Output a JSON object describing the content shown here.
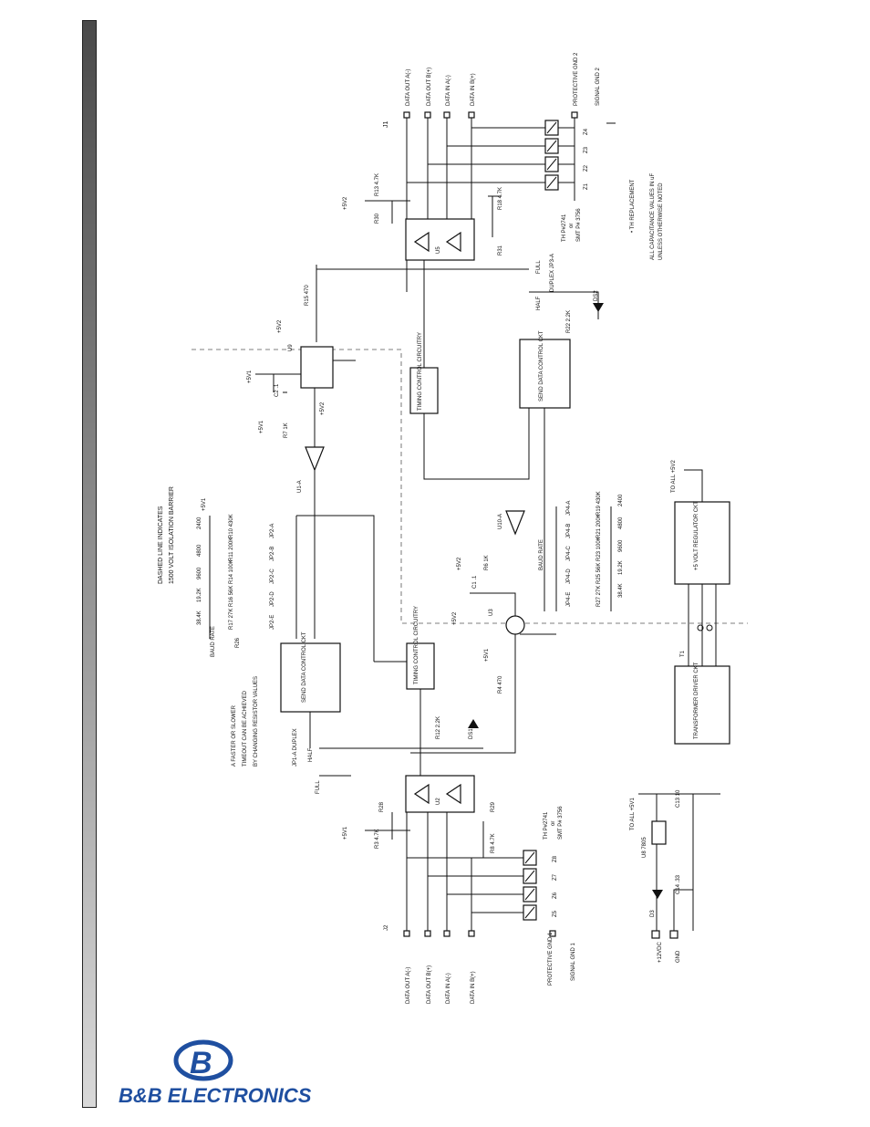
{
  "brand": {
    "logo_letter": "B",
    "company_name": "B&B ELECTRONICS",
    "accent_color": "#1f4fa0"
  },
  "schematic": {
    "notes": {
      "dashed_line_1": "DASHED LINE INDICATES",
      "dashed_line_2": "1500 VOLT ISOLATION BARRIER",
      "timeout_1": "A FASTER OR SLOWER",
      "timeout_2": "TIMEOUT CAN BE ACHIEVED",
      "timeout_3": "BY CHANGING RESISTOR VALUES",
      "th_replacement": "• TH REPLACEMENT",
      "capacitance_1": "ALL CAPACITANCE VALUES IN uF",
      "capacitance_2": "UNLESS OTHERWISE NOTED"
    },
    "connector_j1": {
      "name": "J1",
      "pins": [
        "DATA OUT A(-)",
        "DATA OUT B(+)",
        "DATA IN A(-)",
        "DATA IN B(+)"
      ],
      "gnd_protective": "PROTECTIVE GND 2",
      "gnd_signal": "SIGNAL GND 2"
    },
    "connector_j2": {
      "name": "J2",
      "pins": [
        "DATA OUT A(-)",
        "DATA OUT B(+)",
        "DATA IN A(-)",
        "DATA IN B(+)"
      ],
      "gnd_protective": "PROTECTIVE GND 1",
      "gnd_signal": "SIGNAL GND 1"
    },
    "blocks": {
      "send_data_left": "SEND DATA CONTROL CKT",
      "send_data_right": "SEND DATA CONTROL CKT",
      "timing_left": "TIMING CONTROL CIRCUITRY",
      "timing_right": "TIMING CONTROL CIRCUITRY",
      "regulator": "+5 VOLT REGULATOR CKT",
      "transformer_driver": "TRANSFORMER DRIVER CKT",
      "to_all_5v2": "TO ALL +5V2",
      "to_all_5v1": "TO ALL +5V1"
    },
    "tvs_labels": {
      "right": [
        "Z1",
        "Z2",
        "Z3",
        "Z4"
      ],
      "left": [
        "Z5",
        "Z6",
        "Z7",
        "Z8"
      ],
      "th_part": "TH P#2741",
      "or": "or",
      "smt_part": "SMT P# 3756"
    },
    "baud": {
      "title": "BAUD RATE",
      "rates": [
        "2400",
        "4800",
        "9600",
        "19.2K",
        "38.4K"
      ],
      "left_resistors": [
        "R10 430K",
        "R11 200K",
        "R14 100K",
        "R16 56K",
        "R17 27K"
      ],
      "left_jumpers": [
        "JP2-A",
        "JP2-B",
        "JP2-C",
        "JP2-D",
        "JP2-E"
      ],
      "right_resistors": [
        "R19 430K",
        "R21 200K",
        "R23 100K",
        "R25 56K",
        "R27 27K"
      ],
      "right_jumpers": [
        "JP4-A",
        "JP4-B",
        "JP4-C",
        "JP4-D",
        "JP4-E"
      ]
    },
    "components": {
      "u1a": "U1-A",
      "u10a": "U10-A",
      "u9": "U9",
      "u3": "U3",
      "u5": "U5",
      "u2": "U2",
      "u8": "U8 7805",
      "t1": "T1",
      "r7": "R7 1K",
      "r6": "R6 1K",
      "r15": "R15 470",
      "r4": "R4 470",
      "r12": "R12 2.2K",
      "r22": "R22 2.2K",
      "r13": "R13 4.7K",
      "r3": "R3 4.7K",
      "r18": "R18 4.7K",
      "r8": "R8 4.7K",
      "r28": "R28",
      "r29": "R29",
      "r30": "R30",
      "r31": "R31",
      "r26": "R26",
      "c1": "C1 .1",
      "c2": "C2 .1",
      "c13": "C13 10",
      "c14": "C14 .33",
      "d3": "D3",
      "ds1": "DS1",
      "ds2": "DS2",
      "jp1": "JP1-A DUPLEX",
      "jp3": "DUPLEX JP3-A",
      "full": "FULL",
      "half": "HALF",
      "plus5v1": "+5V1",
      "plus5v2": "+5V2",
      "plus12vdc": "+12VDC",
      "gnd": "GND"
    }
  }
}
